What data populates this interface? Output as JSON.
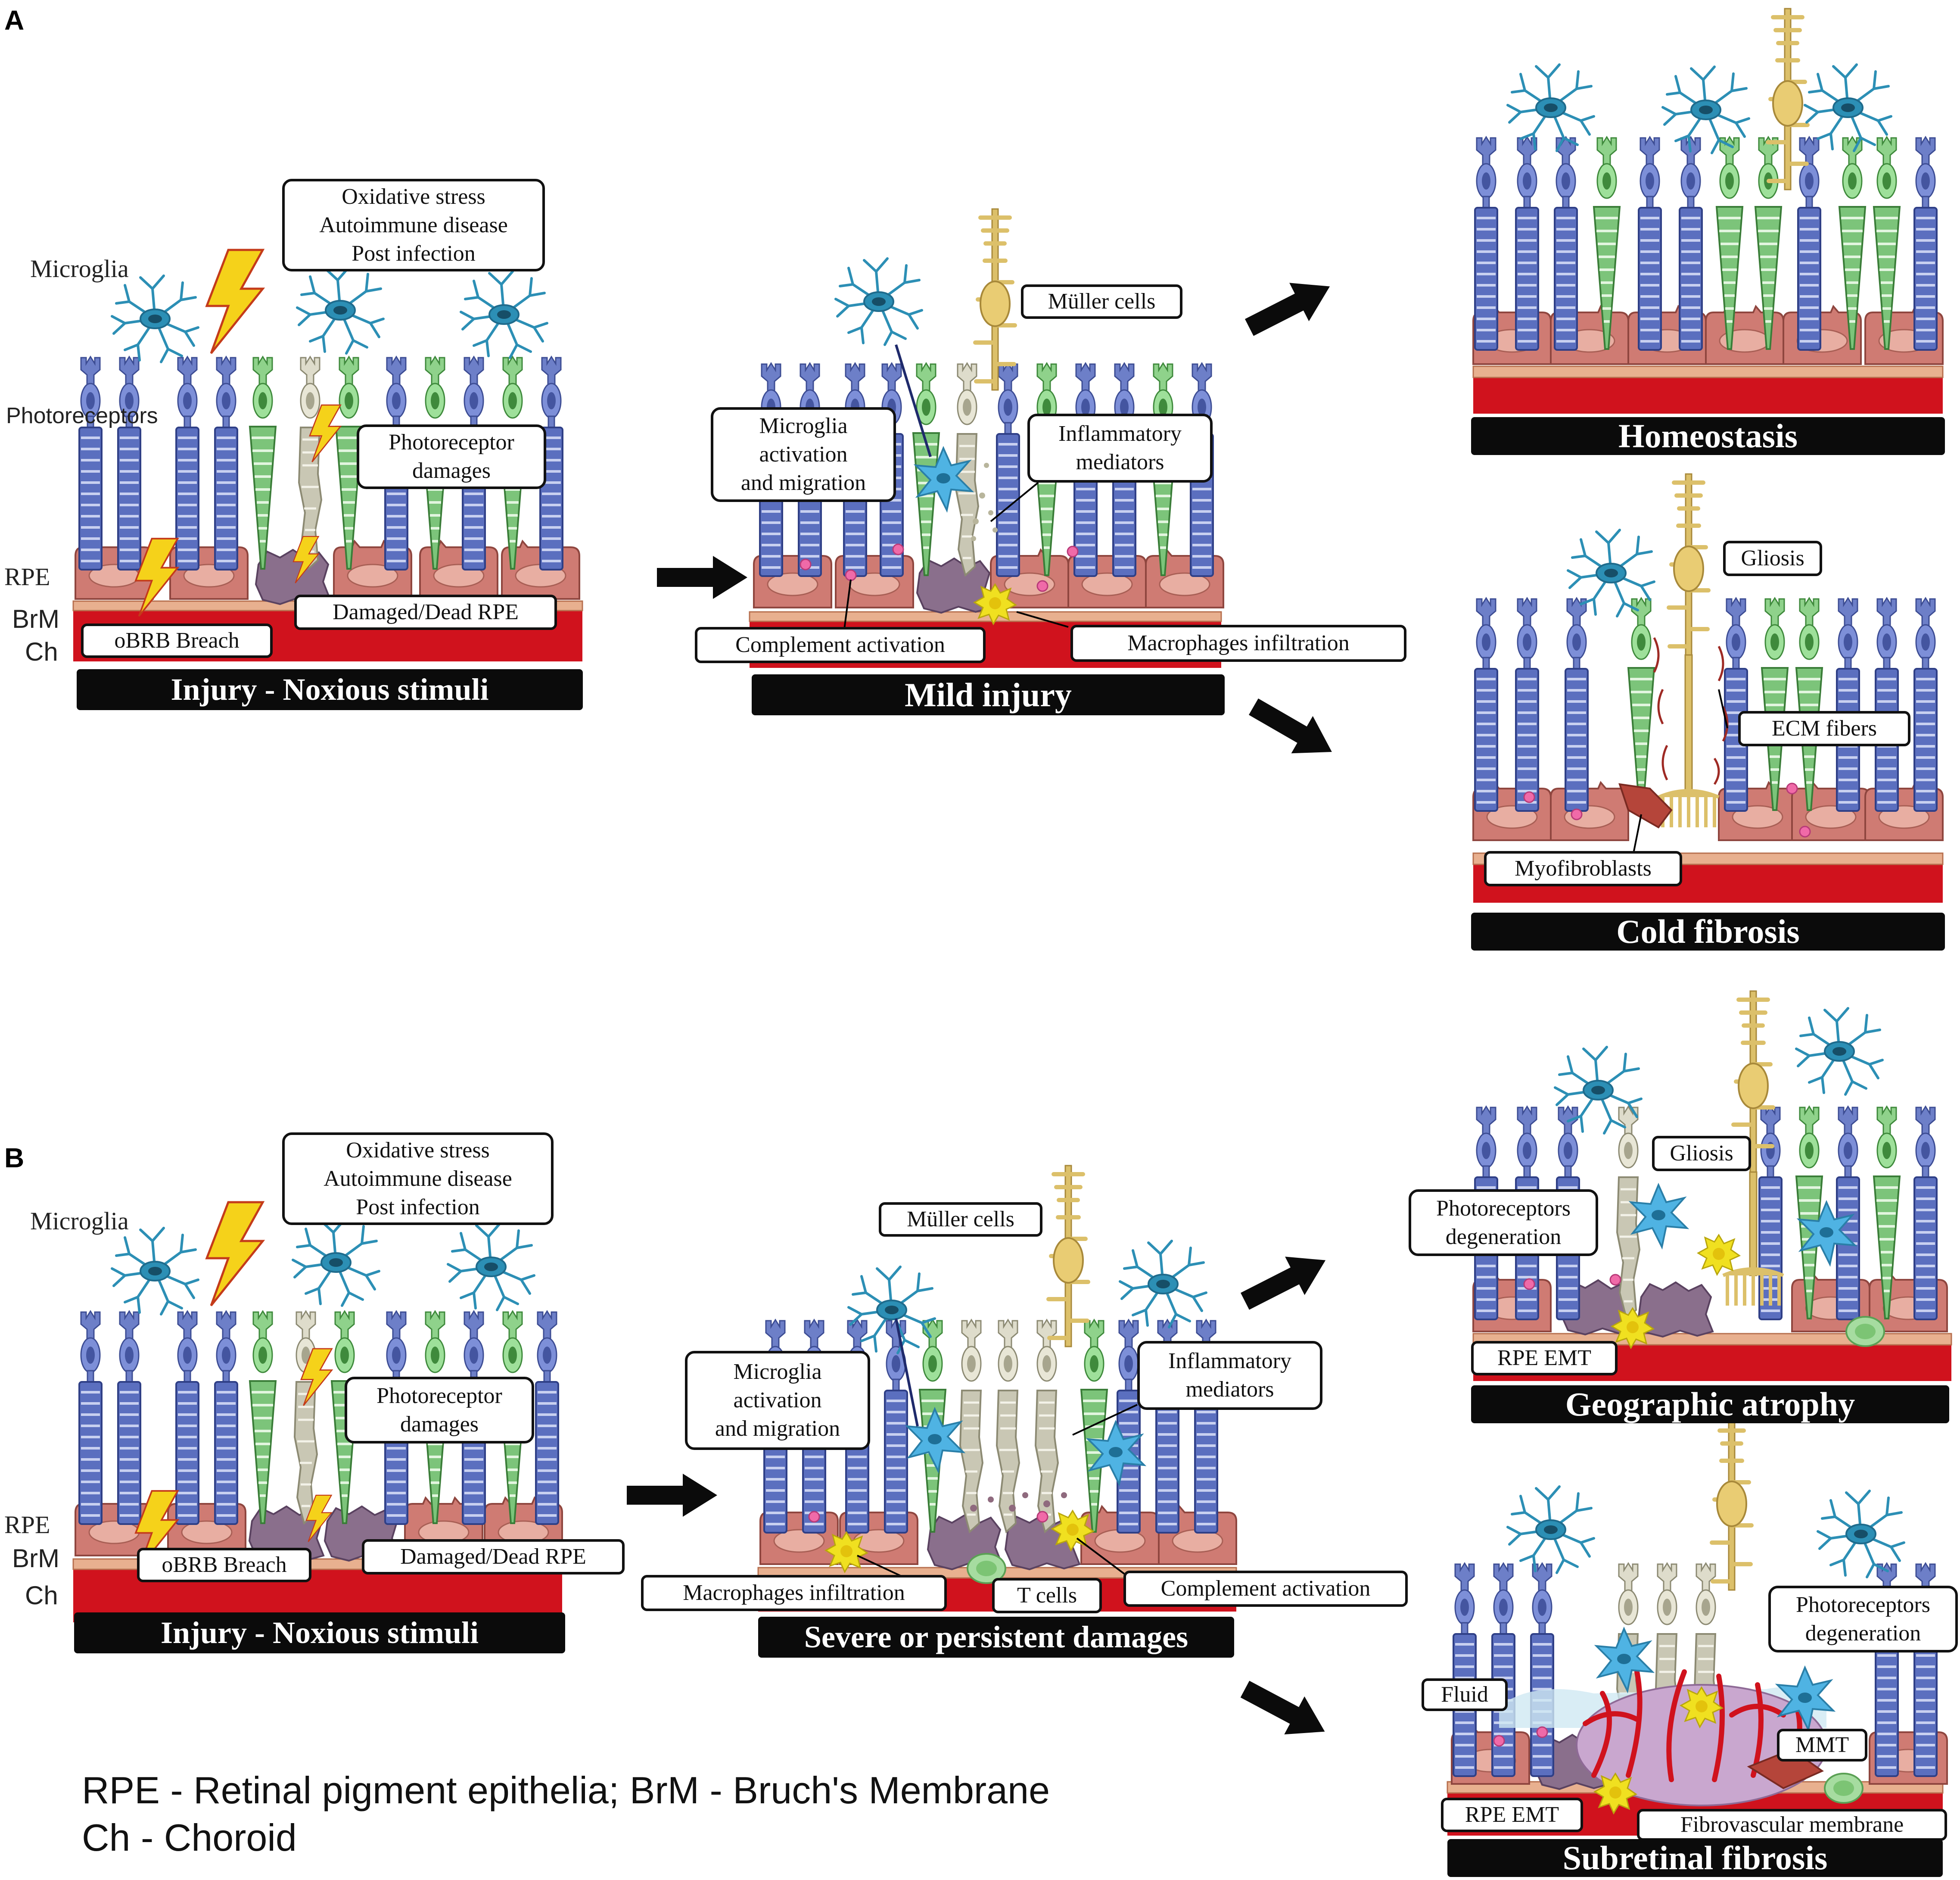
{
  "panel_a": {
    "letter": "A",
    "side_labels": {
      "microglia": "Microglia",
      "photoreceptors": "Photoreceptors",
      "rpe": "RPE",
      "brm": "BrM",
      "ch": "Ch"
    },
    "stress_box": [
      "Oxidative stress",
      "Autoimmune disease",
      "Post infection"
    ],
    "photoreceptor_damage": [
      "Photoreceptor",
      "damages"
    ],
    "damaged_rpe": "Damaged/Dead RPE",
    "obrb": "oBRB Breach",
    "injury_bar": "Injury - Noxious stimuli",
    "muller": "Müller cells",
    "microglia_activation": [
      "Microglia",
      "activation",
      "and migration"
    ],
    "inflammatory": [
      "Inflammatory",
      "mediators"
    ],
    "complement": "Complement activation",
    "macrophages": "Macrophages infiltration",
    "mild_bar": "Mild injury",
    "homeostasis_bar": "Homeostasis",
    "gliosis": "Gliosis",
    "ecm": "ECM fibers",
    "myofibroblasts": "Myofibroblasts",
    "cold_bar": "Cold fibrosis"
  },
  "panel_b": {
    "letter": "B",
    "side_labels": {
      "microglia": "Microglia",
      "rpe": "RPE",
      "brm": "BrM",
      "ch": "Ch"
    },
    "stress_box": [
      "Oxidative stress",
      "Autoimmune disease",
      "Post infection"
    ],
    "photoreceptor_damage": [
      "Photoreceptor",
      "damages"
    ],
    "obrb": "oBRB Breach",
    "damaged_rpe": "Damaged/Dead RPE",
    "injury_bar": "Injury - Noxious stimuli",
    "muller": "Müller cells",
    "microglia_activation": [
      "Microglia",
      "activation",
      "and migration"
    ],
    "inflammatory": [
      "Inflammatory",
      "mediators"
    ],
    "macrophages": "Macrophages infiltration",
    "tcells": "T cells",
    "complement": "Complement activation",
    "severe_bar": "Severe or persistent damages",
    "pr_degeneration": [
      "Photoreceptors",
      "degeneration"
    ],
    "gliosis": "Gliosis",
    "rpe_emt": "RPE EMT",
    "ga_bar": "Geographic atrophy",
    "pr_degeneration2": [
      "Photoreceptors",
      "degeneration"
    ],
    "fluid": "Fluid",
    "mmt": "MMT",
    "rpe_emt2": "RPE EMT",
    "fibrovascular": "Fibrovascular membrane",
    "subretinal_bar": "Subretinal fibrosis"
  },
  "legend": [
    "RPE - Retinal pigment epithelia; BrM - Bruch's Membrane",
    "Ch - Choroid"
  ],
  "colors": {
    "rod": "#5b6fbf",
    "cone": "#7cc47a",
    "damaged_cell": "#c9c7b4",
    "rpe": "#cf7b73",
    "dead_rpe": "#8a6f8c",
    "choroid": "#d0121d",
    "brm": "#e8b08f",
    "microglia": "#2c8fb5",
    "muller": "#dcc06a",
    "lightning": "#f5d21a",
    "macrophage": "#f0e020",
    "tcell": "#8fd08a",
    "activated_microglia": "#4fb3e3"
  }
}
